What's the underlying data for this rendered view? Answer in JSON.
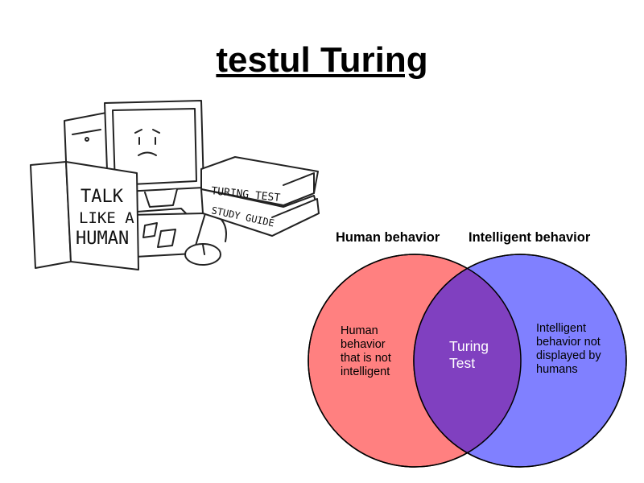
{
  "slide": {
    "title": "testul Turing"
  },
  "illustration": {
    "book_cover": [
      "TALK",
      "LIKE A",
      "HUMAN"
    ],
    "top_book": "TURING TEST",
    "bottom_book": "STUDY GUIDE"
  },
  "venn": {
    "left_set_label": "Human behavior",
    "right_set_label": "Intelligent behavior",
    "left_only": [
      "Human",
      "behavior",
      "that is not",
      "intelligent"
    ],
    "overlap": [
      "Turing",
      "Test"
    ],
    "right_only": [
      "Intelligent",
      "behavior not",
      "displayed by",
      "humans"
    ],
    "colors": {
      "left": "#ff8080",
      "right": "#8080ff",
      "overlap": "#8040c0"
    }
  }
}
